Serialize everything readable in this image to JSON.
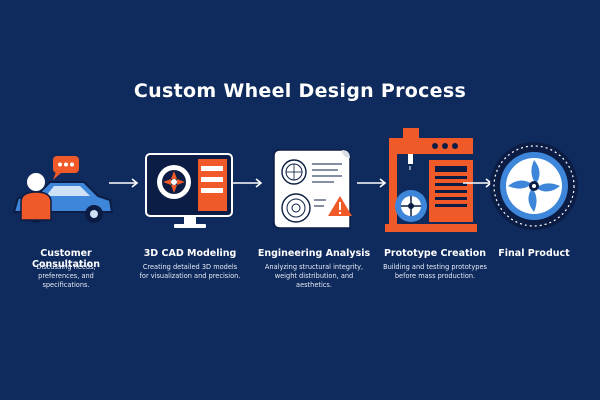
{
  "title": "Custom Wheel Design Process",
  "colors": {
    "background": "#0f2a5c",
    "accent": "#f05a28",
    "blue": "#3e86d9",
    "white": "#ffffff"
  },
  "steps": [
    {
      "icon": "customer-consultation-icon",
      "title": "Customer Consultation",
      "description": "Discussing needs, preferences, and specifications."
    },
    {
      "icon": "cad-modeling-icon",
      "title": "3D CAD Modeling",
      "description": "Creating detailed 3D models for visualization and precision."
    },
    {
      "icon": "engineering-analysis-icon",
      "title": "Engineering Analysis",
      "description": "Analyzing structural integrity, weight distribution, and aesthetics."
    },
    {
      "icon": "prototype-creation-icon",
      "title": "Prototype Creation",
      "description": "Building and testing prototypes before mass production."
    },
    {
      "icon": "final-product-wheel-icon",
      "title": "Final Product",
      "description": ""
    }
  ]
}
